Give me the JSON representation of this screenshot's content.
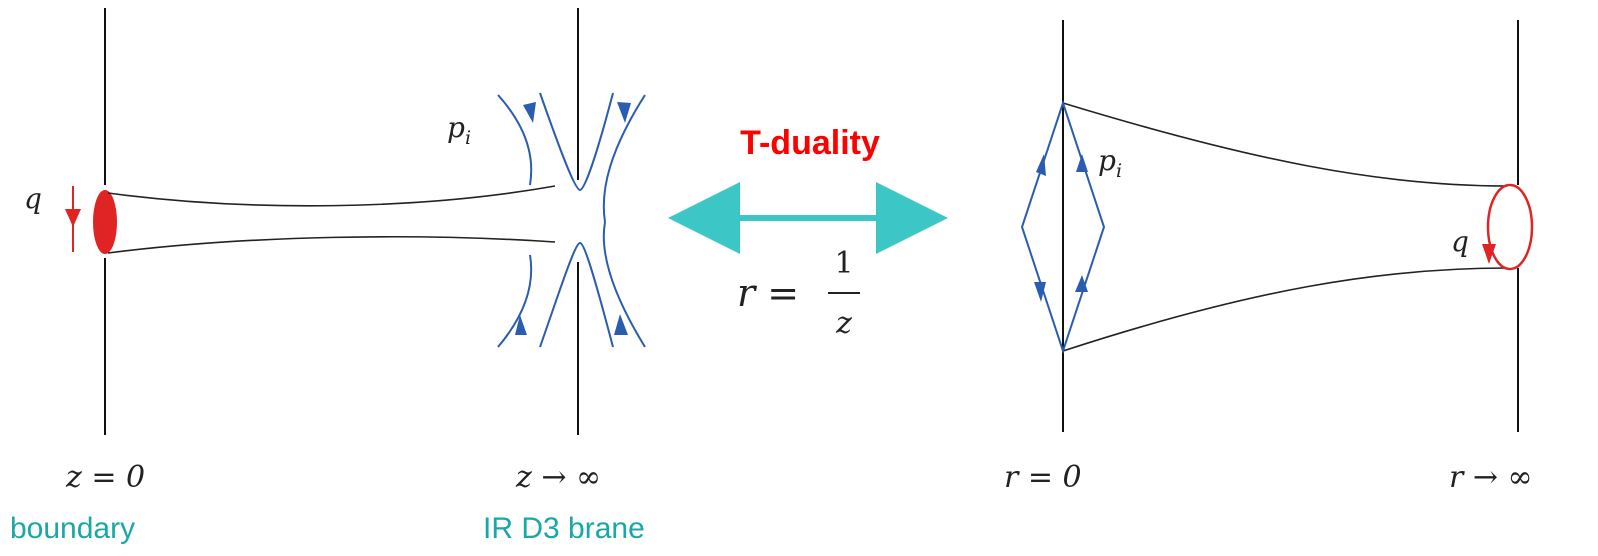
{
  "left_panel": {
    "charge_label": "q",
    "momentum_label": "p",
    "momentum_subscript": "i",
    "boundary_position_label": "z = 0",
    "ir_position_label": "z → ∞",
    "boundary_caption": "boundary",
    "ir_caption": "IR D3 brane"
  },
  "middle": {
    "duality_label": "T-duality",
    "relation_lhs": "r =",
    "relation_numerator": "1",
    "relation_denominator": "z"
  },
  "right_panel": {
    "momentum_label": "p",
    "momentum_subscript": "i",
    "charge_label": "q",
    "origin_position_label": "r = 0",
    "infinity_position_label": "r → ∞"
  },
  "colors": {
    "charge_red": "#e02424",
    "gluon_blue": "#2a5db0",
    "arrow_teal": "#3cc6c6",
    "caption_teal": "#1aa7a7",
    "duality_red": "#ff0000"
  }
}
